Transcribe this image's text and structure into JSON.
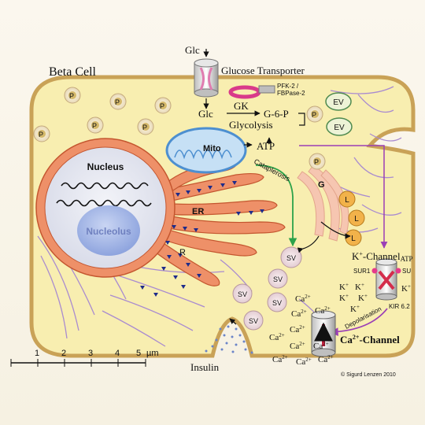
{
  "title": "Beta Cell",
  "glc_in": "Glc",
  "glc_cyto": "Glc",
  "glucose_transporter": "Glucose Transporter",
  "pfk": "PFK-2 /",
  "fbpase": "FBPase-2",
  "gk": "GK",
  "g6p": "G-6-P",
  "glycolysis": "Glycolysis",
  "mito": "Mito",
  "atp": "ATP",
  "cataplerosis": "Cataplerosis",
  "nucleus": "Nucleus",
  "nucleolus": "Nucleolus",
  "er": "ER",
  "r": "R",
  "golgi": "G",
  "p": "P",
  "ev": "EV",
  "l": "L",
  "sv": "SV",
  "k_channel": "K",
  "k_channel_sub": "ATP",
  "k_channel_rest": "-Channel",
  "sur1": "SUR1",
  "su": "SU",
  "k_ion": "K",
  "plus": "+",
  "kir": "KIR 6.2",
  "depolarisation": "Depolarisation",
  "ca_ion": "Ca",
  "two_plus": "2+",
  "ca_channel_rest": "-Channel",
  "insulin": "Insulin",
  "scale_ticks": [
    "1",
    "2",
    "3",
    "4",
    "5"
  ],
  "scale_unit": "µm",
  "copyright": "© Sigurd Lenzen 2010",
  "colors": {
    "cytoplasm": "#f8eeb0",
    "membrane": "#c9a257",
    "er": "#ee9068",
    "nucleus": "#e4e6f1",
    "nucleolus": "#a6b7e6",
    "mito": "#4d8fd0",
    "arrow_purple": "#9b3fb6",
    "arrow_green": "#2ca24a"
  }
}
